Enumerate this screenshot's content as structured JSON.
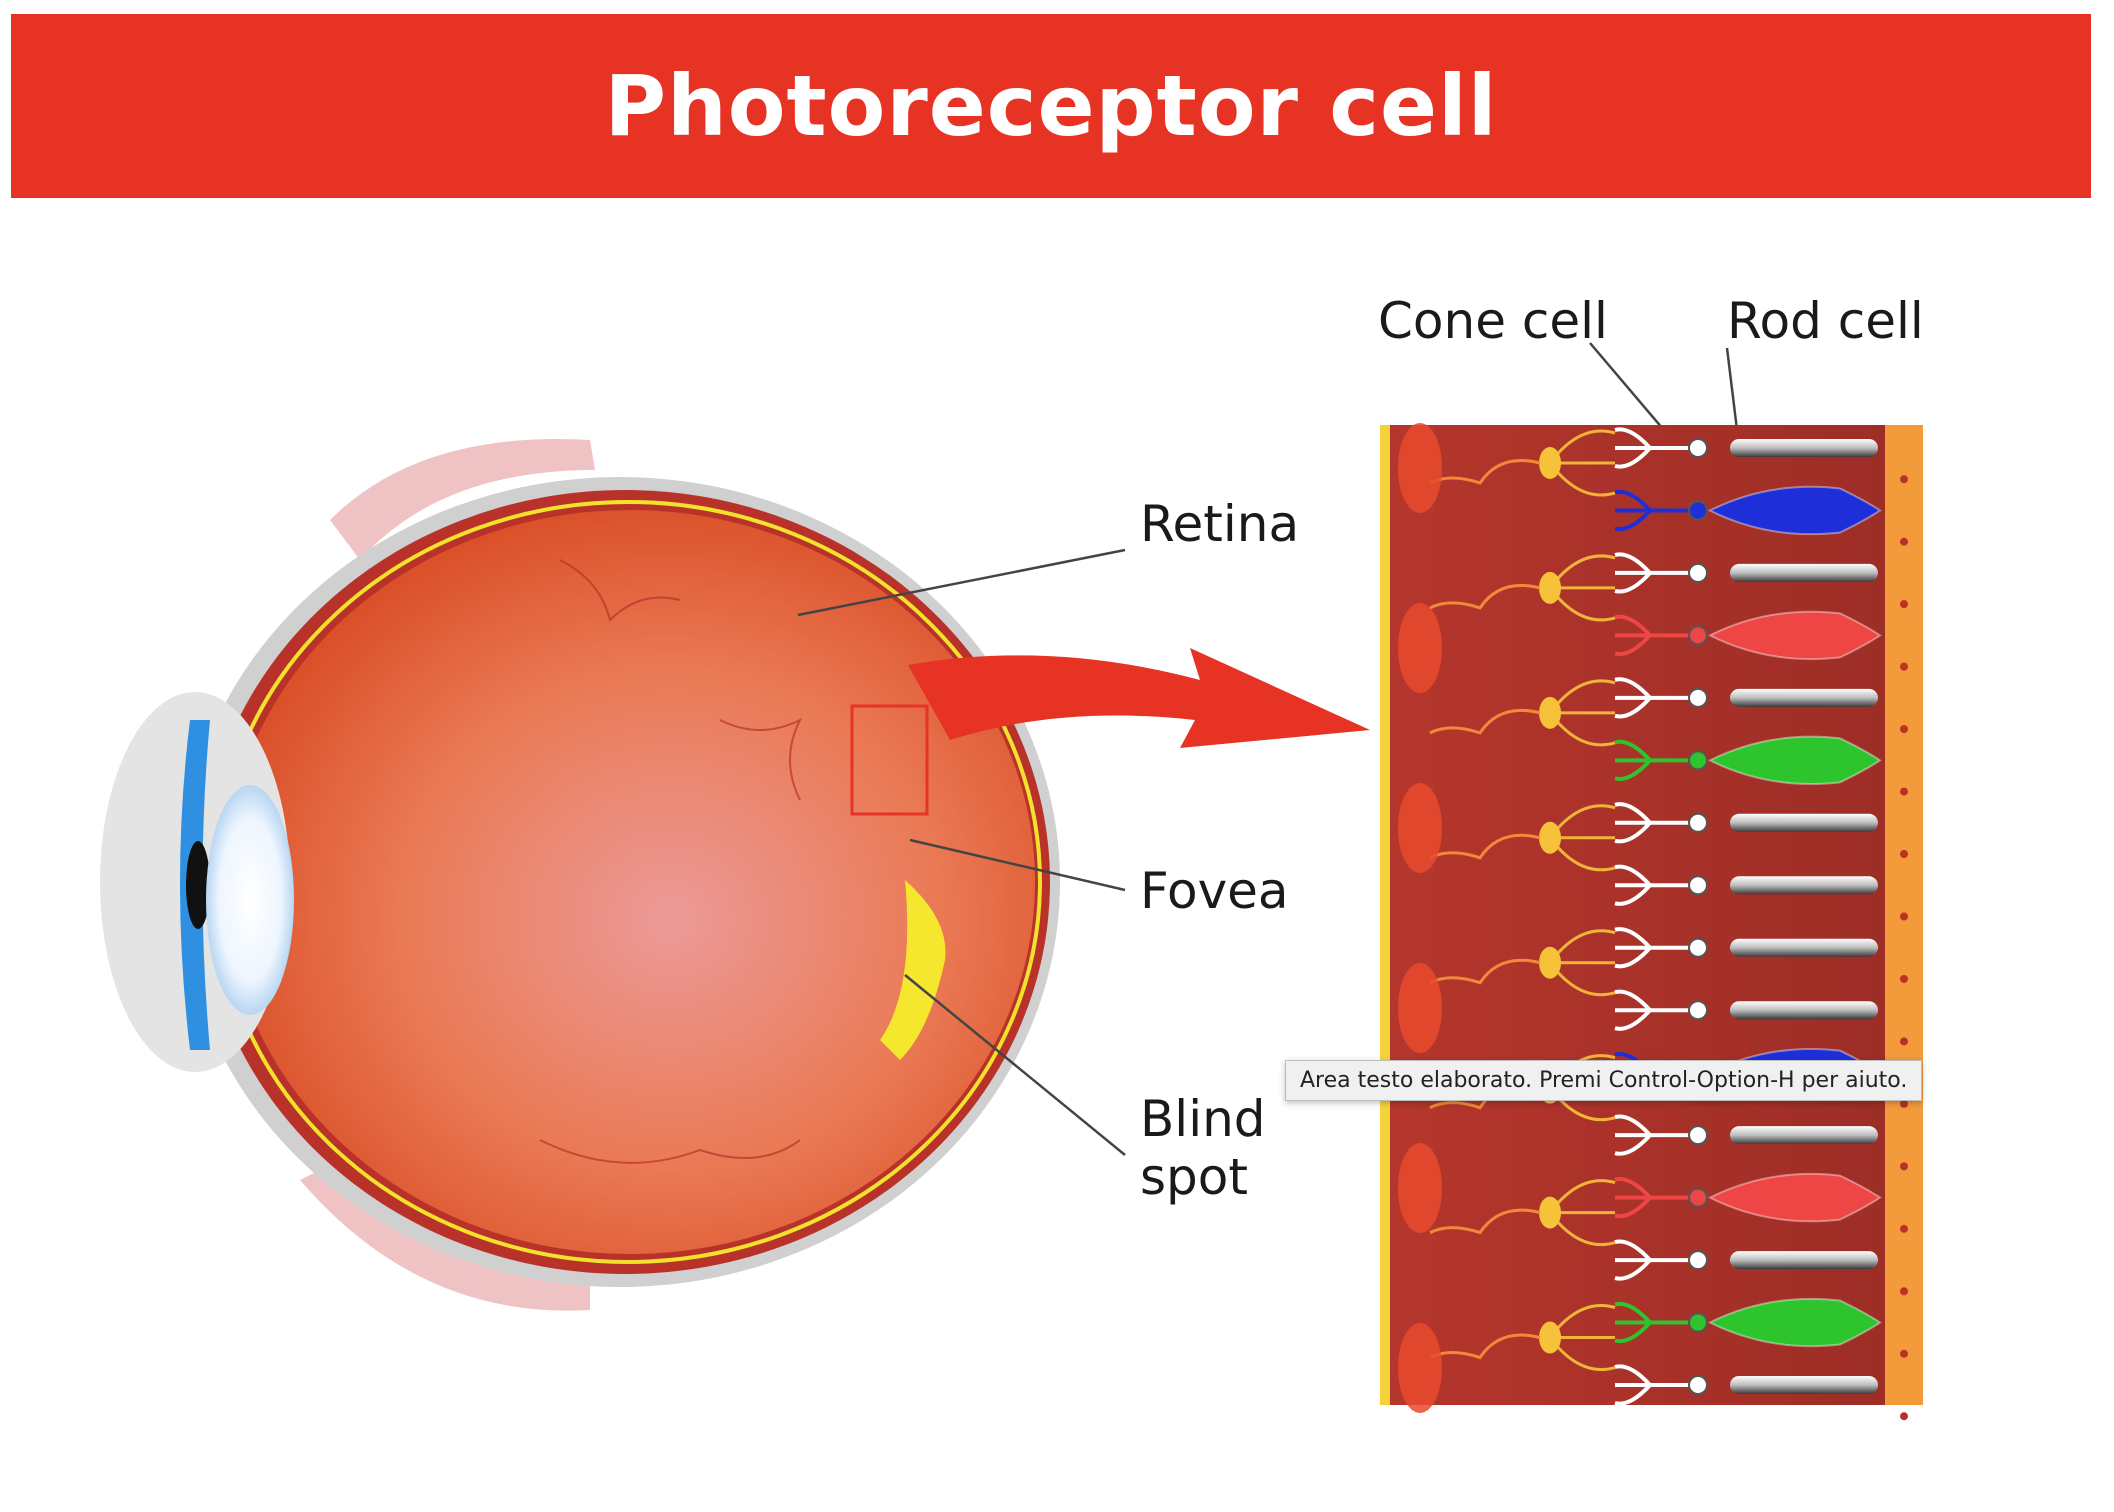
{
  "title": "Photoreceptor cell",
  "labels": {
    "retina": "Retina",
    "fovea": "Fovea",
    "blind_spot_line1": "Blind",
    "blind_spot_line2": "spot",
    "cone_cell": "Cone cell",
    "rod_cell": "Rod cell"
  },
  "tooltip": "Area testo elaborato. Premi Control-Option-H per aiuto.",
  "colors": {
    "title_bar": "#e63324",
    "arrow": "#e63324",
    "eyeball": "#e8683d",
    "retina_line": "#f2e22c",
    "tissue": "#a8312a",
    "rod": "#d9d9d9",
    "cone_blue": "#1e2ed8",
    "cone_red": "#ee4545",
    "cone_green": "#2ec42e"
  },
  "photoreceptors": [
    "rod",
    "cone-blue",
    "rod",
    "cone-red",
    "rod",
    "cone-green",
    "rod",
    "rod",
    "rod",
    "rod",
    "cone-blue",
    "rod",
    "cone-red",
    "rod",
    "cone-green",
    "rod"
  ]
}
